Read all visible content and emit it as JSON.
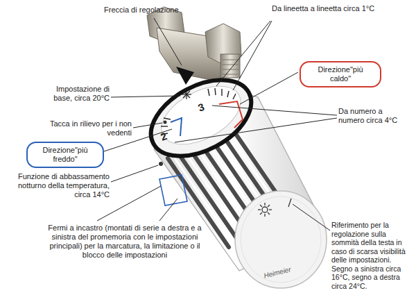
{
  "diagram": {
    "nodes": [
      {
        "text": [
          "Direzione\"più caldo\""
        ]
      },
      {
        "text": [
          "Direzione\"più freddo\""
        ]
      }
    ],
    "labels": [
      "Freccia di regolazione",
      "Da lineetta a lineetta circa 1°C",
      "Impostazione di base, circa 20°C",
      "Tacca in rilievo per i non vedenti",
      "Da numero a numero circa 4°C",
      "Funzione di abbassamento notturno della temperatura, circa 14°C",
      "Fermi a incastro (montati di serie a destra e a sinistra del promemoria con le impostazioni principali) per la marcatura, la limitazione o il blocco delle impostazioni",
      "Riferimento per la regolazione sulla sommità della testa in caso di scarsa visibilità delle impostazioni. Segno a sinistra circa 16°C, segno a destra circa 24°C.",
      "3",
      "2",
      "Heimeier"
    ]
  }
}
